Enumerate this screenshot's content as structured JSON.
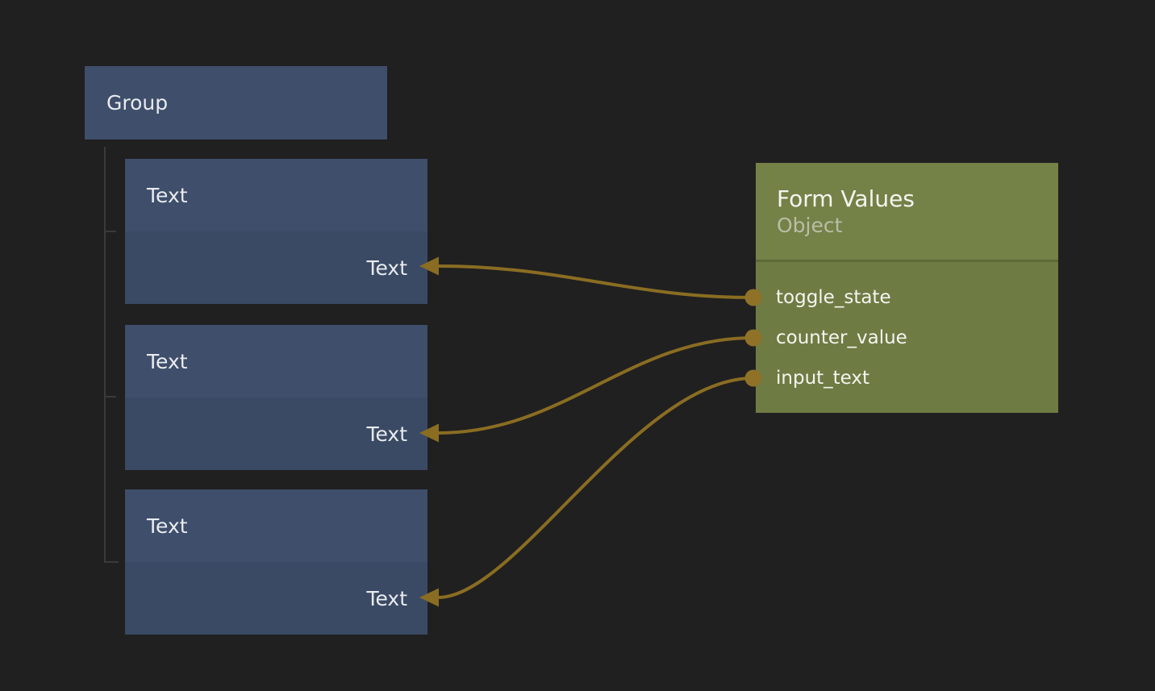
{
  "colors": {
    "bg": "#202020",
    "node-blue-header": "#3e4e6b",
    "node-blue-body": "#3a4a65",
    "node-olive-header": "#748147",
    "node-olive-body": "#6e7b43",
    "wire": "#8a6d22",
    "port": "#8f7128",
    "tree-line": "#3a3a3a",
    "text-light": "#e9ebee",
    "text-olive": "#f4f5f0",
    "text-olive-muted": "#b7bea6"
  },
  "group_node": {
    "title": "Group"
  },
  "text_nodes": [
    {
      "title": "Text",
      "input_label": "Text"
    },
    {
      "title": "Text",
      "input_label": "Text"
    },
    {
      "title": "Text",
      "input_label": "Text"
    }
  ],
  "form_values_node": {
    "title": "Form Values",
    "subtitle": "Object",
    "fields": [
      {
        "label": "toggle_state"
      },
      {
        "label": "counter_value"
      },
      {
        "label": "input_text"
      }
    ]
  },
  "connections": [
    {
      "from": "toggle_state",
      "to": "text-node-1-input"
    },
    {
      "from": "counter_value",
      "to": "text-node-2-input"
    },
    {
      "from": "input_text",
      "to": "text-node-3-input"
    }
  ]
}
